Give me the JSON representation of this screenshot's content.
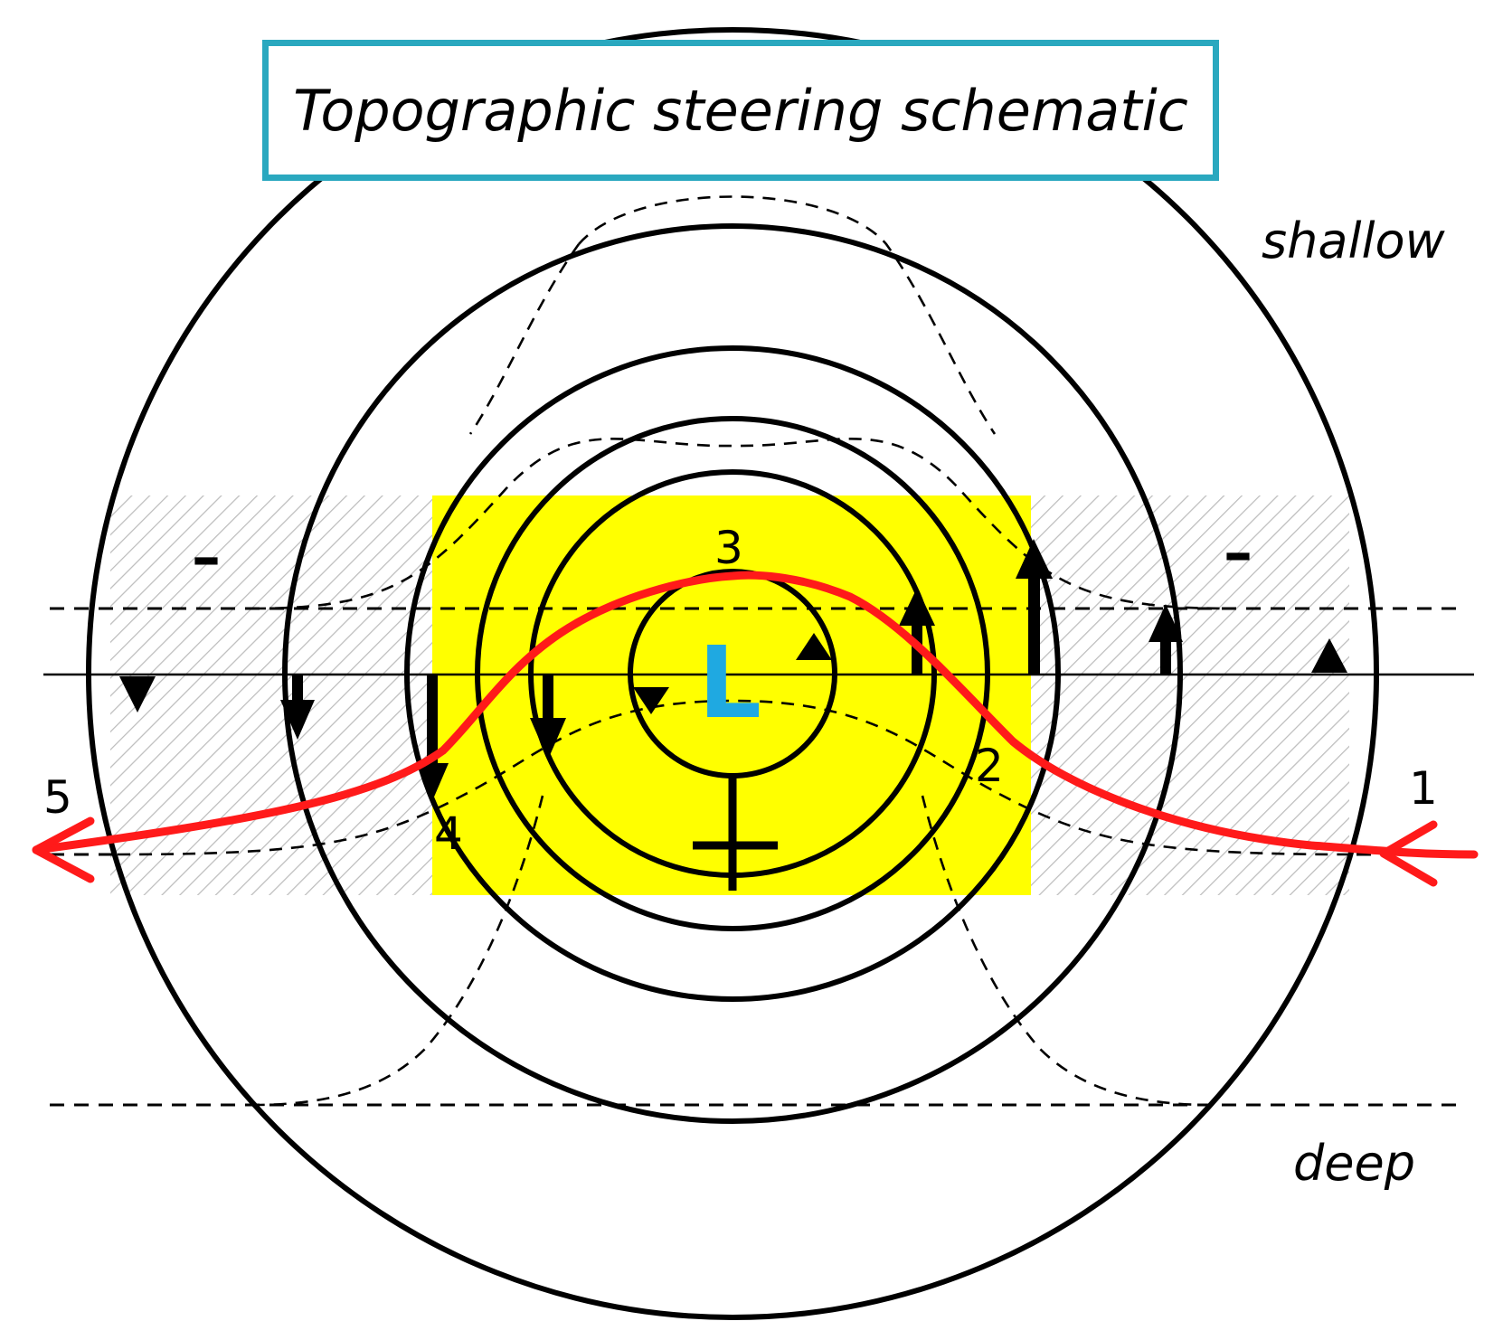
{
  "title": "Topographic steering schematic",
  "labels": {
    "shallow": "shallow",
    "deep": "deep",
    "low_center": "L",
    "sign_left": "–",
    "sign_right": "–"
  },
  "points": [
    "1",
    "2",
    "3",
    "4",
    "5"
  ],
  "colors": {
    "title_border": "#2aa8bf",
    "highlight": "#ffff00",
    "trajectory": "#ff1a1a",
    "low_center": "#1fa9e1",
    "hatch": "#bbbbbb"
  }
}
